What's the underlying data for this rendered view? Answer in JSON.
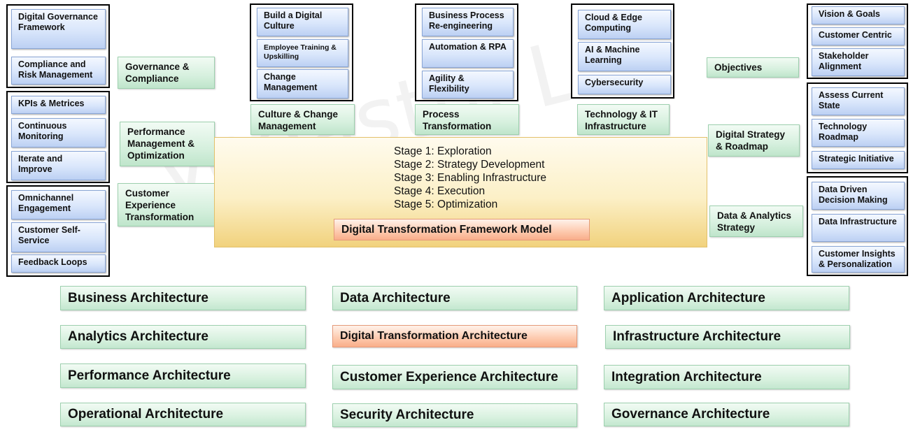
{
  "watermark": "Vedasthi Ltd",
  "left_groups": [
    [
      "Digital Governance Framework",
      "Compliance and Risk Management"
    ],
    [
      "KPIs & Metrices",
      "Continuous Monitoring",
      "Iterate and Improve"
    ],
    [
      "Omnichannel Engagement",
      "Customer Self-Service",
      "Feedback Loops"
    ]
  ],
  "left_pillars": [
    "Governance & Compliance",
    "Performance Management & Optimization",
    "Customer Experience Transformation"
  ],
  "top_groups": [
    [
      "Build a Digital Culture",
      "Employee Training & Upskilling",
      "Change Management"
    ],
    [
      "Business Process Re-engineering",
      "Automation & RPA",
      "Agility & Flexibility"
    ],
    [
      "Cloud & Edge Computing",
      "AI & Machine Learning",
      "Cybersecurity"
    ]
  ],
  "top_pillars": [
    "Culture & Change Management",
    "Process Transformation",
    "Technology & IT Infrastructure"
  ],
  "right_groups": [
    [
      "Vision & Goals",
      "Customer Centric",
      "Stakeholder Alignment"
    ],
    [
      "Assess Current State",
      "Technology Roadmap",
      "Strategic Initiative"
    ],
    [
      "Data Driven Decision Making",
      "Data Infrastructure",
      "Customer Insights & Personalization"
    ]
  ],
  "right_pillars": [
    "Objectives",
    "Digital Strategy & Roadmap",
    "Data & Analytics Strategy"
  ],
  "center": {
    "stages": [
      "Stage 1: Exploration",
      "Stage 2: Strategy Development",
      "Stage 3: Enabling Infrastructure",
      "Stage 4: Execution",
      "Stage 5: Optimization"
    ],
    "model_title": "Digital Transformation Framework Model"
  },
  "architectures": [
    [
      "Business Architecture",
      "Data Architecture",
      "Application Architecture"
    ],
    [
      "Analytics Architecture",
      "Digital Transformation Architecture",
      "Infrastructure Architecture"
    ],
    [
      "Performance Architecture",
      "Customer Experience Architecture",
      "Integration Architecture"
    ],
    [
      "Operational Architecture",
      "Security Architecture",
      "Governance Architecture"
    ]
  ],
  "highlighted_architecture": "Digital Transformation Architecture"
}
